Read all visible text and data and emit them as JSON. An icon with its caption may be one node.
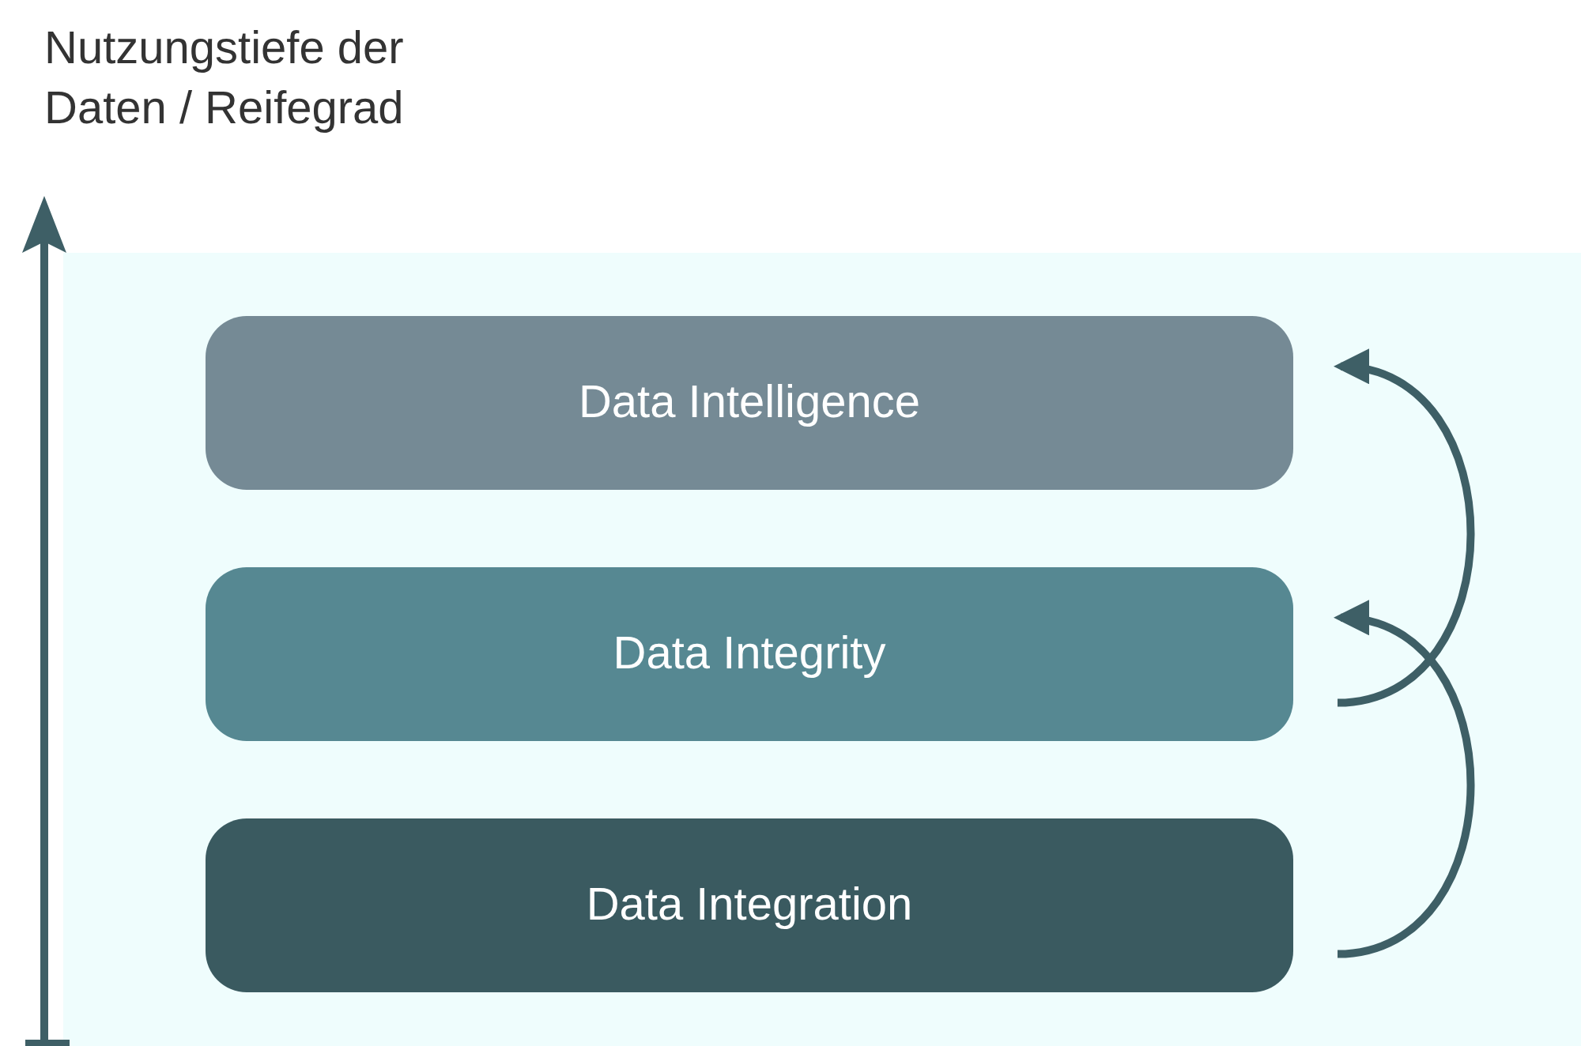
{
  "diagram": {
    "nodes": [
      {
        "text": [
          "Data Intelligence"
        ]
      },
      {
        "text": [
          "Data Integrity"
        ]
      },
      {
        "text": [
          "Data Integration"
        ]
      }
    ],
    "edges": [
      {
        "from": 2,
        "to": 1,
        "arrow": "to"
      },
      {
        "from": 1,
        "to": 0,
        "arrow": "to"
      }
    ],
    "labels": [
      "Nutzungstiefe der Daten / Reifegrad"
    ]
  }
}
